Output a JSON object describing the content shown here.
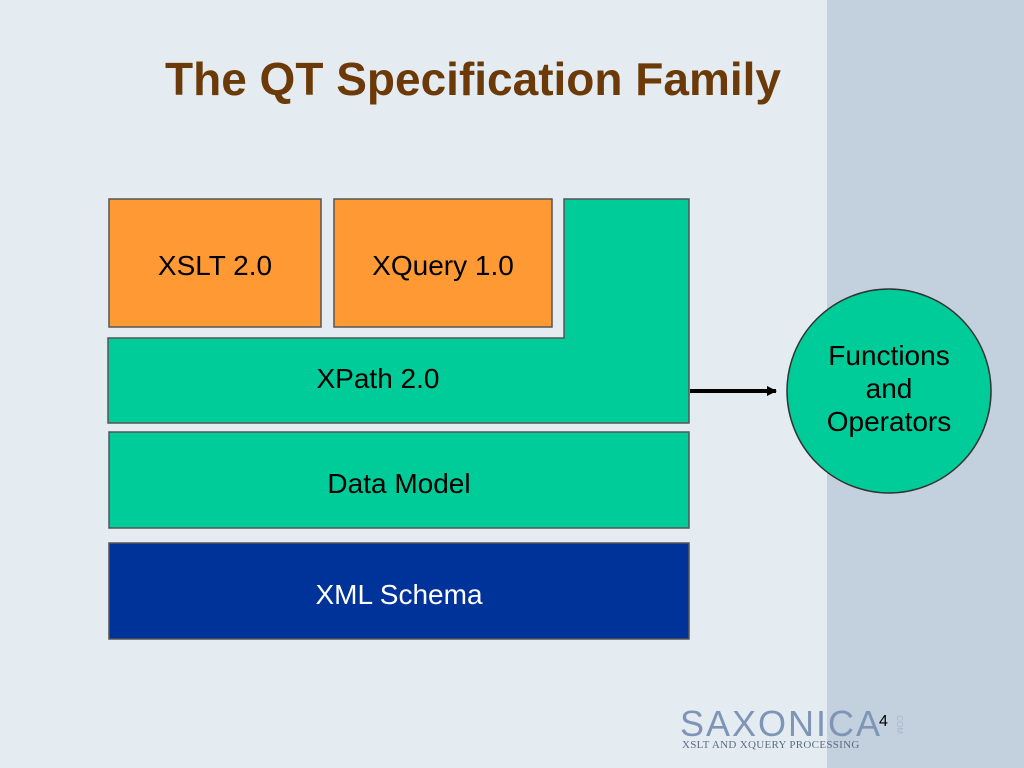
{
  "slide": {
    "title": "The QT Specification Family",
    "page_number": "4"
  },
  "diagram": {
    "boxes": {
      "xslt": "XSLT 2.0",
      "xquery": "XQuery 1.0",
      "xpath": "XPath 2.0",
      "data_model": "Data Model",
      "xml_schema": "XML Schema"
    },
    "functions_circle": {
      "line1": "Functions",
      "line2": "and",
      "line3": "Operators"
    }
  },
  "logo": {
    "word": "SAXONICA",
    "suffix": ".COM",
    "tagline": "XSLT AND XQUERY PROCESSING"
  },
  "colors": {
    "background": "#e4ecf1",
    "side_panel": "#c3d0de",
    "title": "#6b3a08",
    "orange_box": "#ff9933",
    "green_box": "#00cc99",
    "blue_box": "#003399"
  }
}
